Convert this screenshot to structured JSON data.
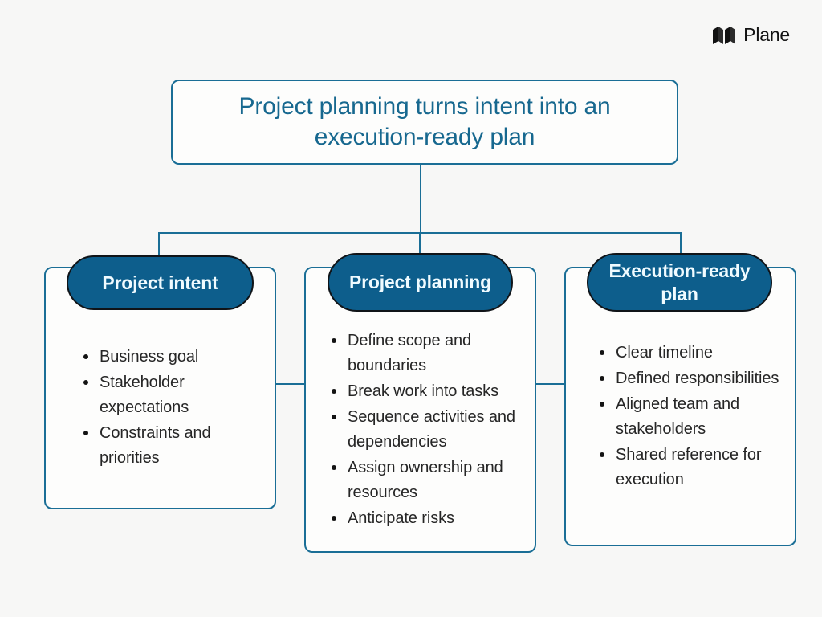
{
  "brand": {
    "name": "Plane",
    "icon": "plane-logo-icon"
  },
  "title": {
    "text": "Project planning turns intent into an execution-ready plan"
  },
  "colors": {
    "page_background": "#f7f7f6",
    "accent_border": "#1a6e96",
    "title_text": "#17688f",
    "pill_fill": "#0d5e8c",
    "pill_border": "#101418",
    "pill_text": "#f0fbff",
    "body_text": "#262626",
    "card_fill": "#fdfdfc"
  },
  "columns": [
    {
      "id": "project-intent",
      "header": "Project intent",
      "bullets": [
        "Business goal",
        "Stakeholder expectations",
        "Constraints and priorities"
      ]
    },
    {
      "id": "project-planning",
      "header": "Project planning",
      "bullets": [
        "Define scope and boundaries",
        "Break work into tasks",
        "Sequence activities and dependencies",
        "Assign ownership and resources",
        "Anticipate risks"
      ]
    },
    {
      "id": "execution-ready-plan",
      "header": "Execution-ready plan",
      "bullets": [
        "Clear timeline",
        "Defined responsibilities",
        "Aligned team and stakeholders",
        "Shared reference for execution"
      ]
    }
  ]
}
